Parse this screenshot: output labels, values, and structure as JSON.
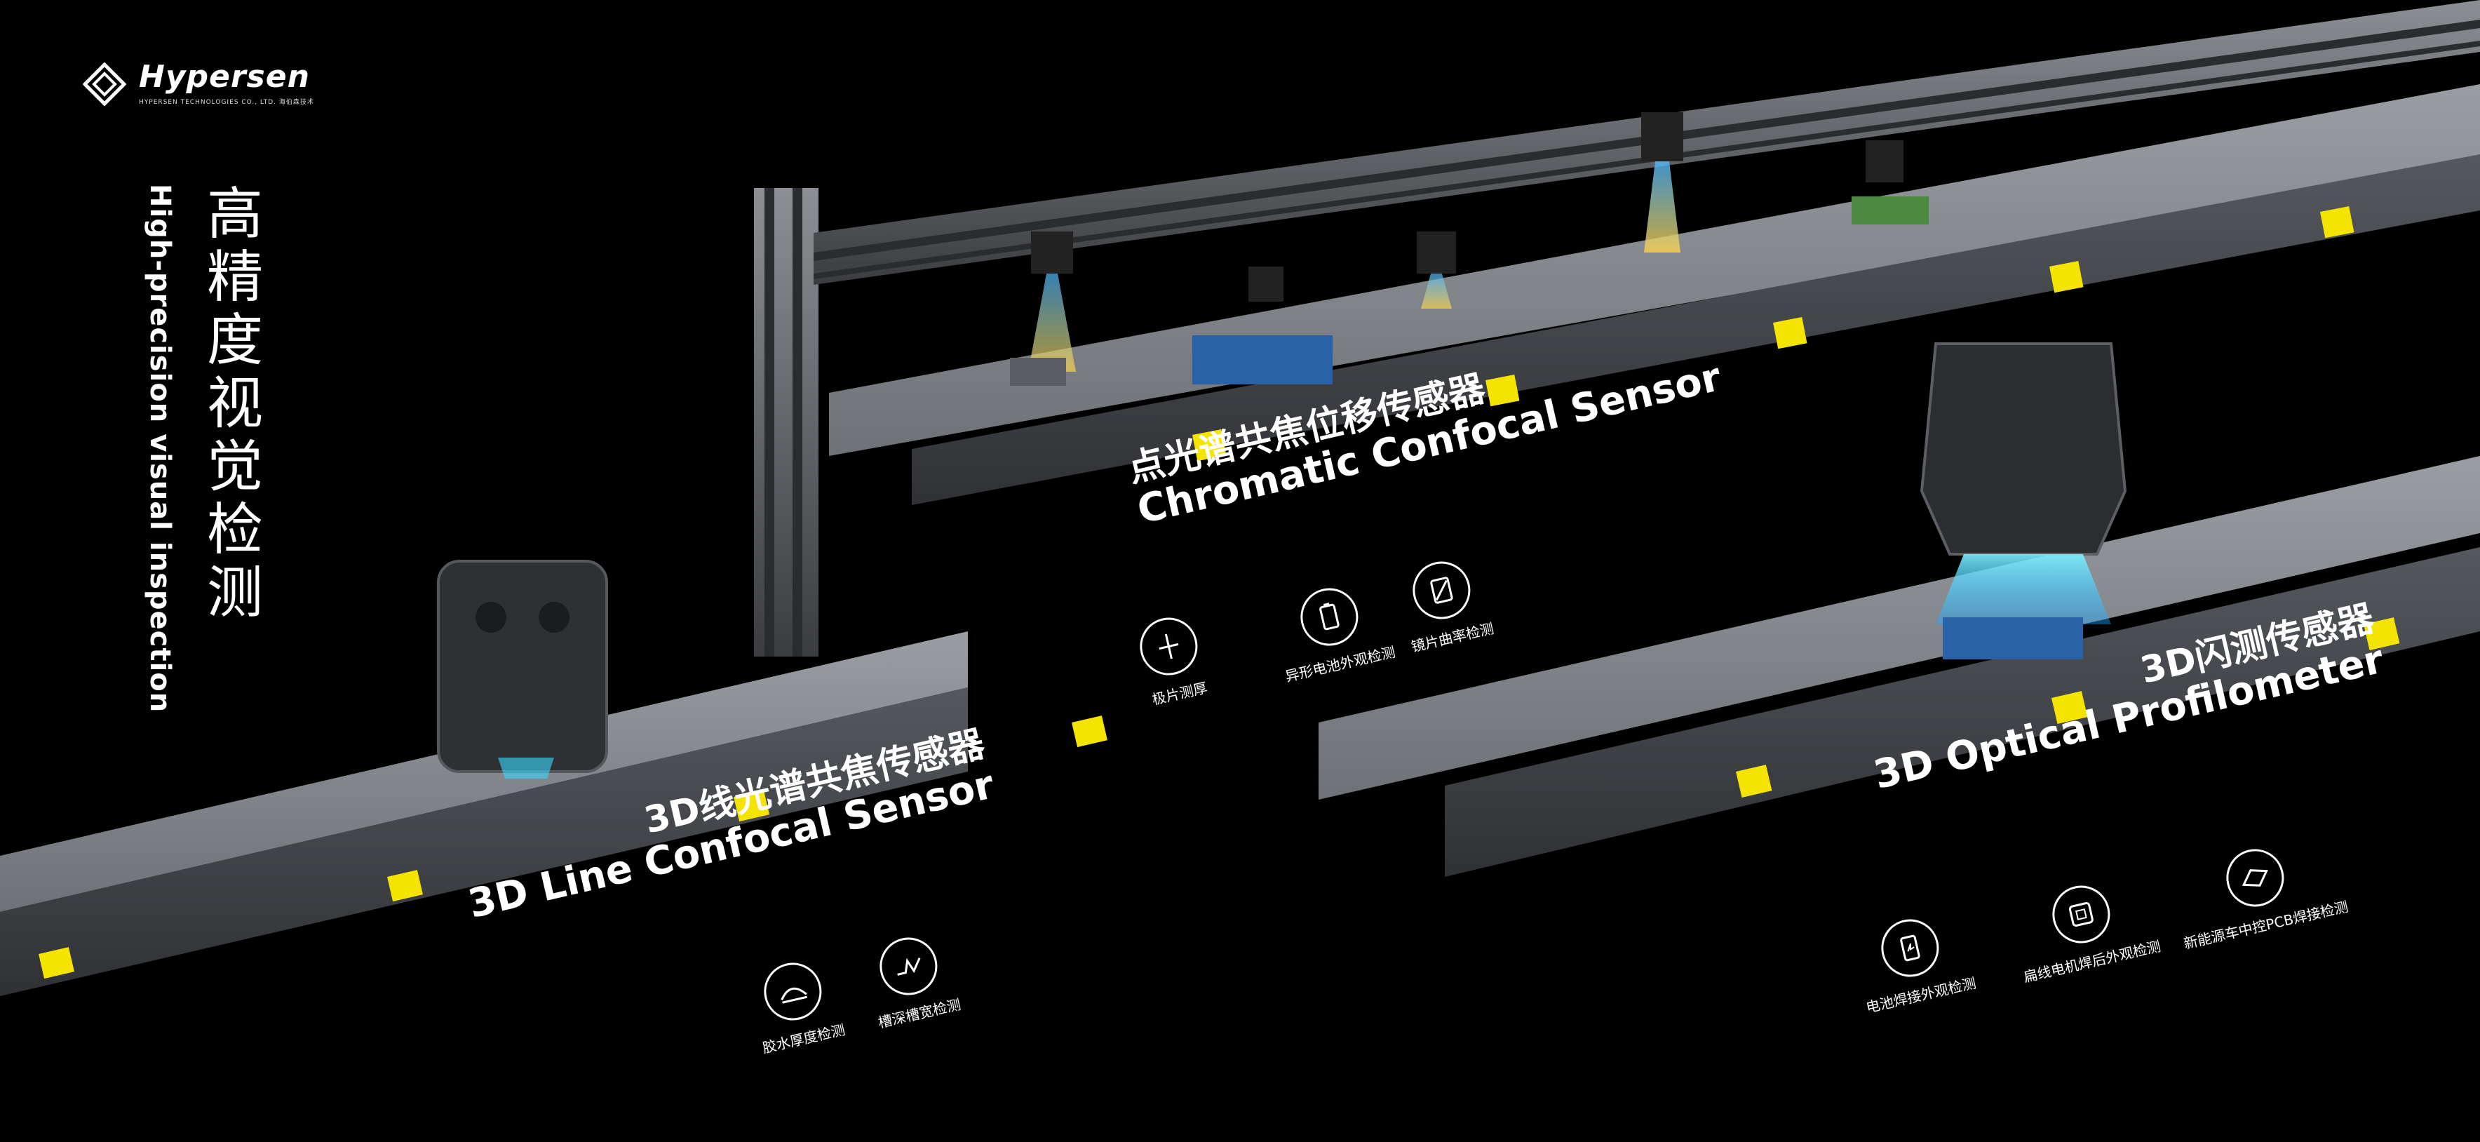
{
  "brand": {
    "name": "Hypersen",
    "sub": "HYPERSEN TECHNOLOGIES CO., LTD. 海伯森技术"
  },
  "headline": {
    "cn": "高精度视觉检测",
    "en": "High-precision visual inspection"
  },
  "sections": {
    "line_confocal": {
      "cn": "3D线光谱共焦传感器",
      "en": "3D Line Confocal Sensor",
      "features": [
        {
          "icon": "glue-thickness-icon",
          "label": "胶水厚度检测"
        },
        {
          "icon": "groove-depth-icon",
          "label": "槽深槽宽检测"
        }
      ]
    },
    "chromatic_confocal": {
      "cn": "点光谱共焦位移传感器",
      "en": "Chromatic Confocal Sensor",
      "features": [
        {
          "icon": "pole-thickness-icon",
          "label": "极片测厚"
        },
        {
          "icon": "battery-icon",
          "label": "异形电池外观检测"
        },
        {
          "icon": "lens-curvature-icon",
          "label": "镜片曲率检测"
        }
      ]
    },
    "optical_profilometer": {
      "cn": "3D闪测传感器",
      "en": "3D Optical Profilometer",
      "features": [
        {
          "icon": "battery-weld-icon",
          "label": "电池焊接外观检测"
        },
        {
          "icon": "motor-weld-icon",
          "label": "扁线电机焊后外观检测"
        },
        {
          "icon": "pcb-weld-icon",
          "label": "新能源车中控PCB焊接检测"
        }
      ]
    }
  },
  "colors": {
    "background": "#000000",
    "conveyor": "#4a4d52",
    "belt": "#8a8d92",
    "marker": "#f5e400",
    "beam": "#39d7ff"
  }
}
